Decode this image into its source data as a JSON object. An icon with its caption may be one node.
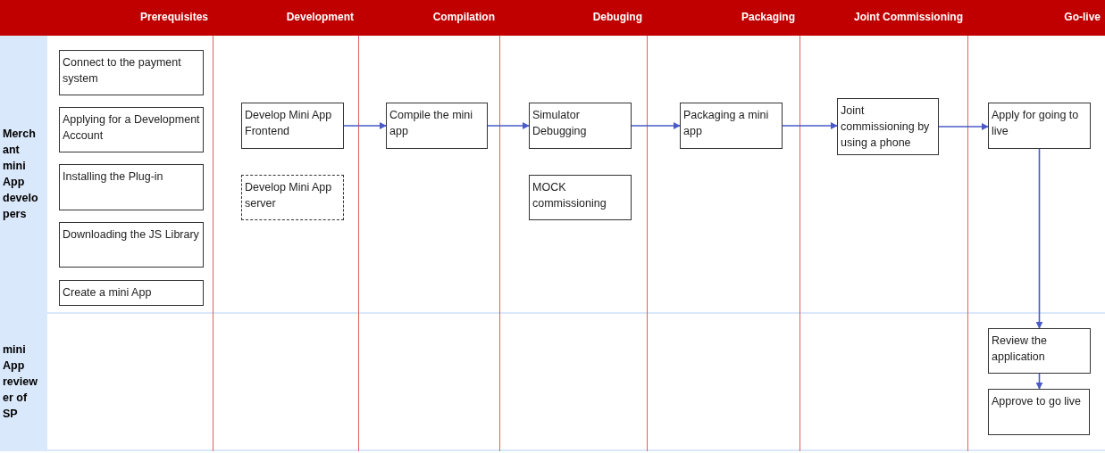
{
  "diagram": {
    "nodes": [
      {
        "text": [
          "Merchant mini App developers"
        ]
      },
      {
        "text": [
          "Connect to the payment system"
        ],
        "in": 0
      },
      {
        "text": [
          "Applying for a Development Account"
        ],
        "in": 0
      },
      {
        "text": [
          "Installing the Plug-in"
        ],
        "in": 0
      },
      {
        "text": [
          "Downloading the JS Library"
        ],
        "in": 0
      },
      {
        "text": [
          "Create a mini App"
        ],
        "in": 0
      },
      {
        "text": [
          "Develop Mini App Frontend"
        ],
        "in": 0
      },
      {
        "text": [
          "Develop Mini App server"
        ],
        "in": 0
      },
      {
        "text": [
          "Compile the mini app"
        ],
        "in": 0
      },
      {
        "text": [
          "Simulator Debugging"
        ],
        "in": 0
      },
      {
        "text": [
          "MOCK commissioning"
        ],
        "in": 0
      },
      {
        "text": [
          "Packaging a mini app"
        ],
        "in": 0
      },
      {
        "text": [
          "Joint commissioning by using a phone"
        ],
        "in": 0
      },
      {
        "text": [
          "Apply for going to live"
        ],
        "in": 0
      },
      {
        "text": [
          "mini App reviewer of SP"
        ]
      },
      {
        "text": [
          "Review the application"
        ],
        "in": 14
      },
      {
        "text": [
          "Approve to go live"
        ],
        "in": 14
      }
    ],
    "edges": [
      {
        "from": 6,
        "to": 8,
        "arrow": "to"
      },
      {
        "from": 8,
        "to": 9,
        "arrow": "to"
      },
      {
        "from": 9,
        "to": 11,
        "arrow": "to"
      },
      {
        "from": 11,
        "to": 12,
        "arrow": "to"
      },
      {
        "from": 12,
        "to": 13,
        "arrow": "to"
      },
      {
        "from": 13,
        "to": 15,
        "arrow": "to"
      },
      {
        "from": 15,
        "to": 16,
        "arrow": "to"
      }
    ],
    "labels": [
      "Prerequisites",
      "Development",
      "Compilation",
      "Debuging",
      "Packaging",
      "Joint Commissioning",
      "Go-live"
    ]
  }
}
